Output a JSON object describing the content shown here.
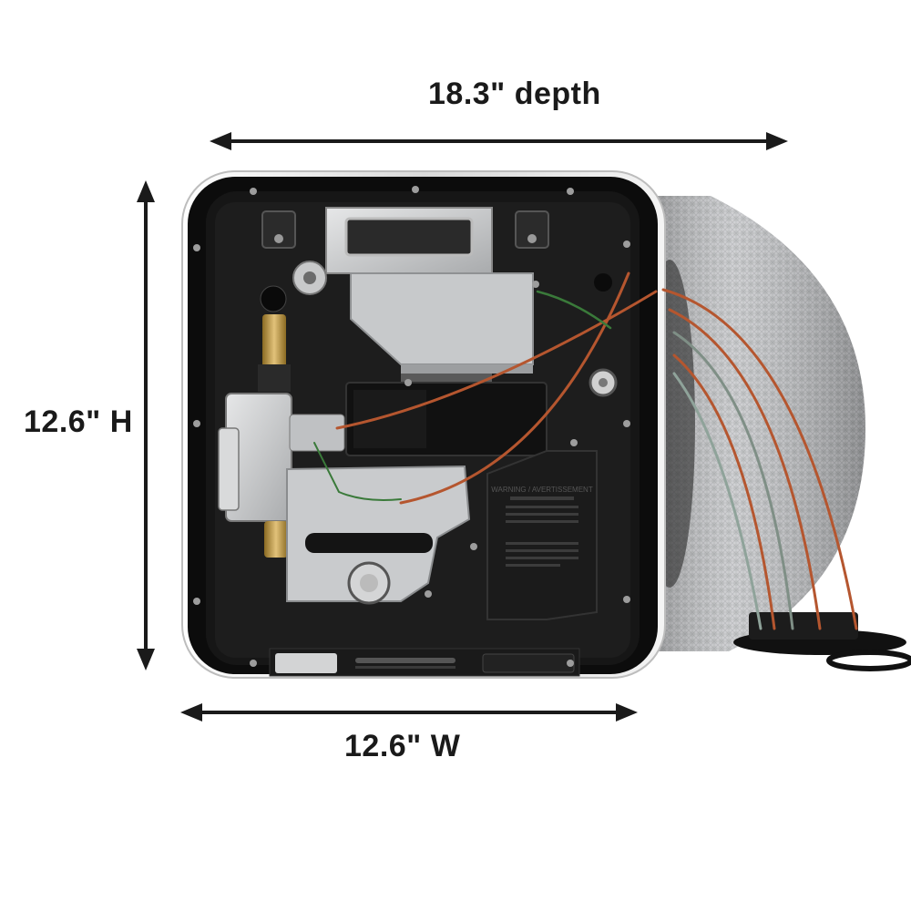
{
  "dimensions": {
    "depth": "18.3\" depth",
    "height": "12.6\" H",
    "width": "12.6\" W"
  },
  "colors": {
    "arrow": "#1a1a1a",
    "housing": "#151515",
    "frame": "#f2f2f2",
    "foil": "#b9bbbd",
    "wire_copper": "#b5562f",
    "wire_green": "#3a7a3a",
    "metal": "#cfd1d3",
    "brass": "#c9a24a"
  },
  "product": {
    "panel_text": "WARNING / AVERTISSEMENT"
  }
}
